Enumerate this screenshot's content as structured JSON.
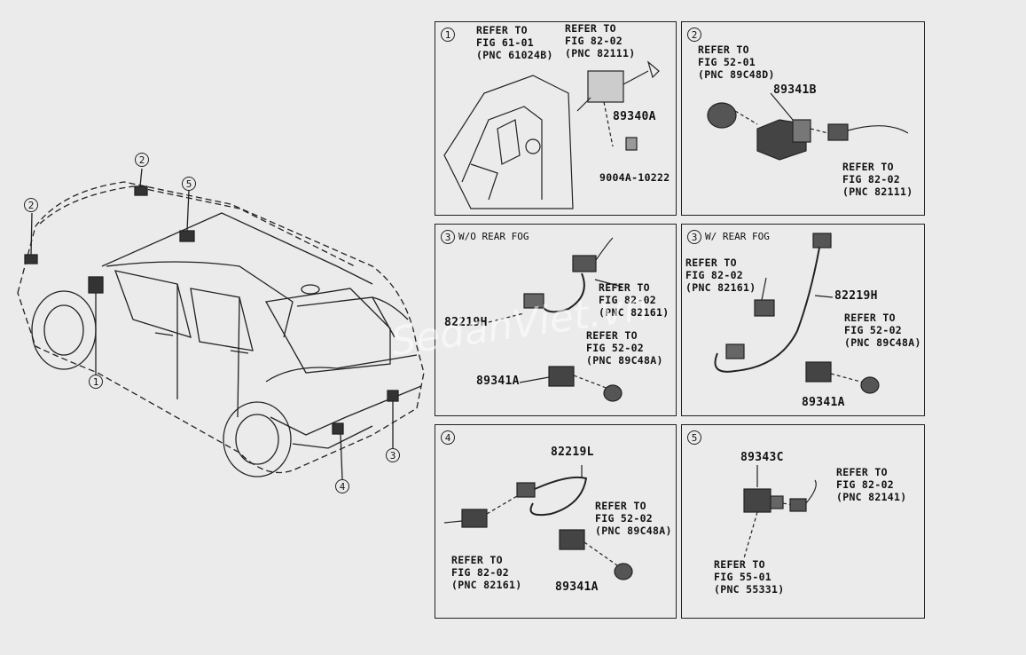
{
  "vehicle": {
    "callouts": [
      "1",
      "2",
      "2",
      "3",
      "4",
      "5"
    ]
  },
  "panels": [
    {
      "id": "1",
      "labels": {
        "ref_a": "REFER TO\nFIG 61-01\n(PNC 61024B)",
        "ref_b": "REFER TO\nFIG 82-02\n(PNC 82111)",
        "part_a": "89340A",
        "part_b": "9004A-10222"
      }
    },
    {
      "id": "2",
      "labels": {
        "ref_a": "REFER TO\nFIG 52-01\n(PNC 89C48D)",
        "part_a": "89341B",
        "ref_b": "REFER TO\nFIG 82-02\n(PNC 82111)"
      }
    },
    {
      "id": "3",
      "heading": "W/O REAR FOG",
      "labels": {
        "ref_a": "REFER TO\nFIG 82-02\n(PNC 82161)",
        "part_a": "82219H",
        "ref_b": "REFER TO\nFIG 52-02\n(PNC 89C48A)",
        "part_b": "89341A"
      }
    },
    {
      "id": "3",
      "heading": "W/ REAR FOG",
      "labels": {
        "ref_a": "REFER TO\nFIG 82-02\n(PNC 82161)",
        "part_a": "82219H",
        "ref_b": "REFER TO\nFIG 52-02\n(PNC 89C48A)",
        "part_b": "89341A"
      }
    },
    {
      "id": "4",
      "labels": {
        "part_a": "82219L",
        "ref_a": "REFER TO\nFIG 52-02\n(PNC 89C48A)",
        "ref_b": "REFER TO\nFIG 82-02\n(PNC 82161)",
        "part_b": "89341A"
      }
    },
    {
      "id": "5",
      "labels": {
        "part_a": "89343C",
        "ref_a": "REFER TO\nFIG 82-02\n(PNC 82141)",
        "ref_b": "REFER TO\nFIG 55-01\n(PNC 55331)"
      }
    }
  ],
  "watermark": "SedanViet.vn"
}
